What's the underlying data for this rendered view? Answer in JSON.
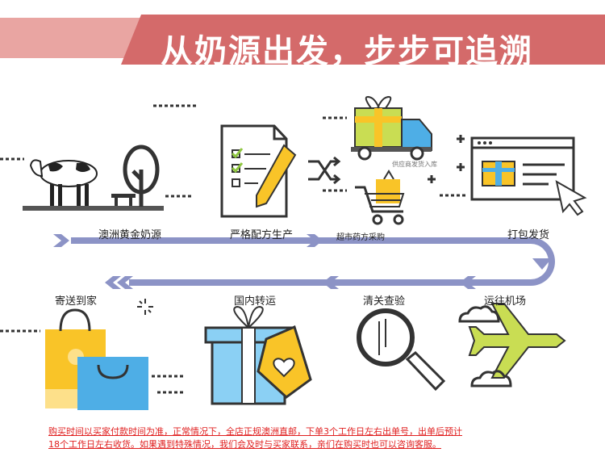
{
  "banner": {
    "title": "从奶源出发，步步可追溯"
  },
  "steps": {
    "s1": "澳洲黄金奶源",
    "s2": "严格配方生产",
    "s3": "超市药方采购",
    "s3_note": "供应商发货入库",
    "s4": "打包发货",
    "s5": "运往机场",
    "s6": "清关查验",
    "s7": "国内转运",
    "s8": "寄送到家"
  },
  "notice": {
    "line1": "购买时间以买家付款时间为准，正常情况下，全店正规澳洲直邮，下单3个工作日左右出单号，出单后预计",
    "line2": "18个工作日左右收货。如果遇到特殊情况，我们会及时与买家联系，亲们在购买时也可以咨询客服。"
  },
  "colors": {
    "banner": "#d46a6a",
    "flow": "#8c93c6",
    "yellow": "#f9c428",
    "blue": "#4eaee6",
    "green": "#c9dd53"
  }
}
